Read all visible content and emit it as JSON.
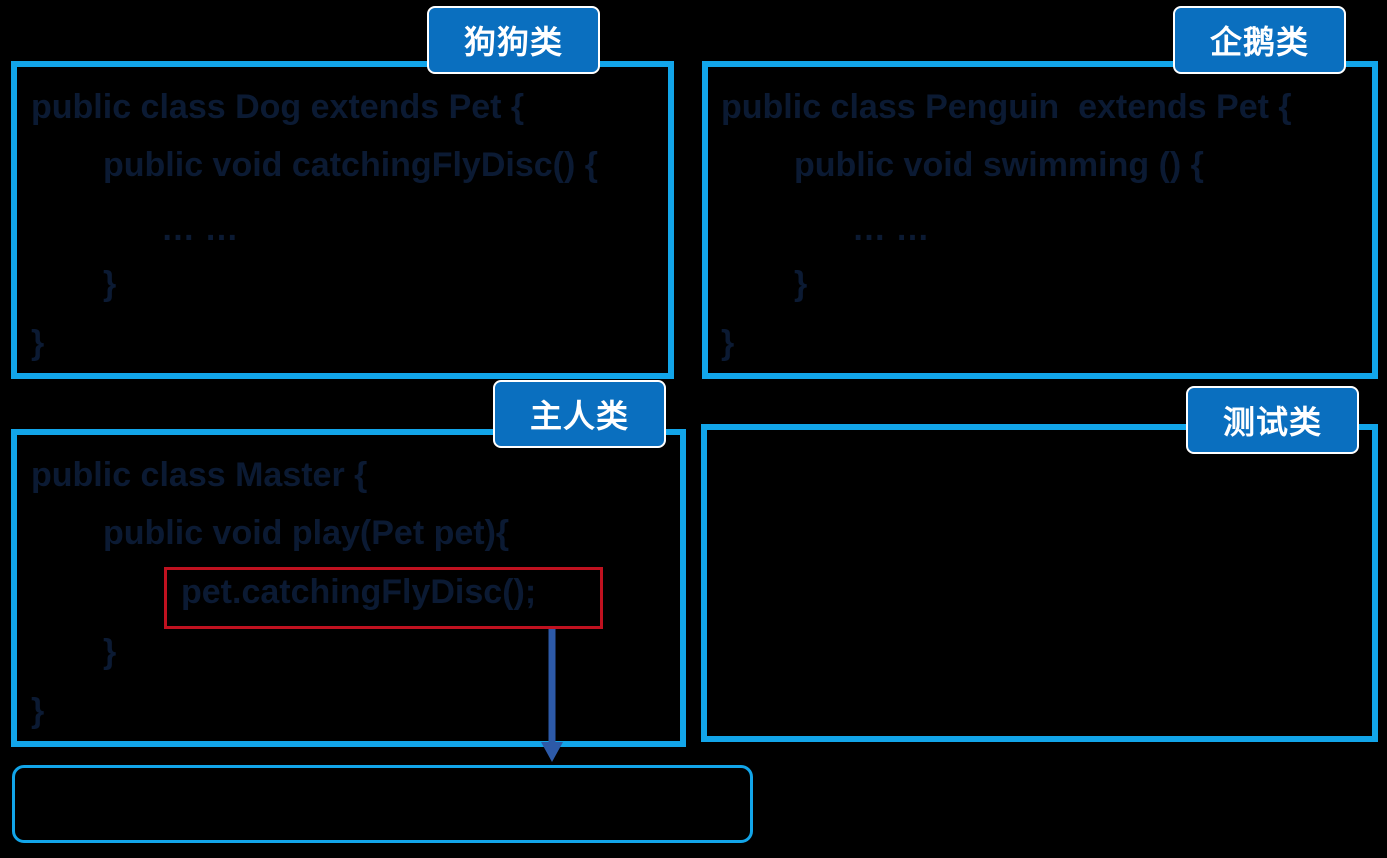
{
  "dog_panel": {
    "tag": "狗狗类",
    "lines": [
      "public class Dog extends Pet {",
      "public void catchingFlyDisc() {",
      "… …",
      "}",
      "}"
    ]
  },
  "penguin_panel": {
    "tag": "企鹅类",
    "lines": [
      "public class Penguin  extends Pet {",
      "public void swimming () {",
      "… …",
      "}",
      "}"
    ]
  },
  "master_panel": {
    "tag": "主人类",
    "lines": [
      "public class Master {",
      "public void play(Pet pet){",
      "pet.catchingFlyDisc();",
      "}",
      "}"
    ]
  },
  "test_panel": {
    "tag": "测试类"
  },
  "output_box": {
    "text": ""
  },
  "colors": {
    "background": "#000000",
    "panel_border": "#12a5e9",
    "tag_fill": "#0a6fbf",
    "code_text": "#0b1a33",
    "highlight_border": "#c0111f",
    "arrow": "#2d5aa8"
  }
}
